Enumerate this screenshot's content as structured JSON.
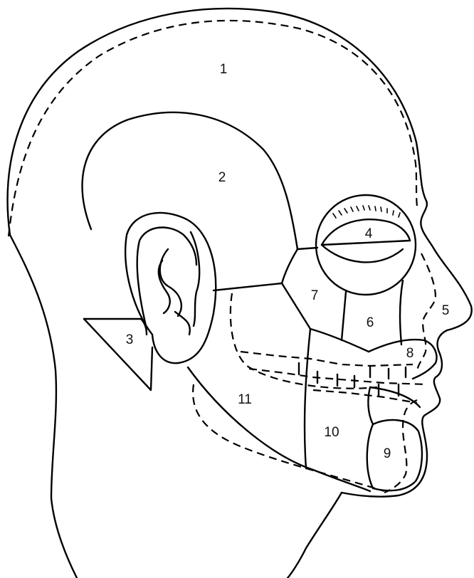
{
  "zones": [
    {
      "label": "1"
    },
    {
      "label": "2"
    },
    {
      "label": "3"
    },
    {
      "label": "4"
    },
    {
      "label": "5"
    },
    {
      "label": "6"
    },
    {
      "label": "7"
    },
    {
      "label": "8"
    },
    {
      "label": "9"
    },
    {
      "label": "10"
    },
    {
      "label": "11"
    }
  ]
}
